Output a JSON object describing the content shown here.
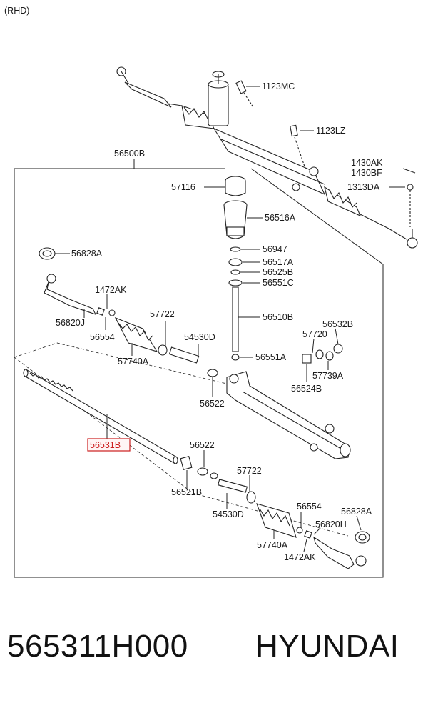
{
  "header": {
    "variant": "(RHD)"
  },
  "labels": {
    "l1123MC": "1123MC",
    "l1123LZ": "1123LZ",
    "l56500B": "56500B",
    "l1430AK": "1430AK",
    "l1430BF": "1430BF",
    "l1313DA": "1313DA",
    "l57116": "57116",
    "l56516A": "56516A",
    "l56828A_l": "56828A",
    "l56947": "56947",
    "l56517A": "56517A",
    "l56525B": "56525B",
    "l56551C": "56551C",
    "l1472AK_l": "1472AK",
    "l56510B": "56510B",
    "l56820J": "56820J",
    "l57722_l": "57722",
    "l56554_l": "56554",
    "l54530D_l": "54530D",
    "l56532B": "56532B",
    "l57720": "57720",
    "l57740A_l": "57740A",
    "l56551A": "56551A",
    "l57739A": "57739A",
    "l56524B": "56524B",
    "l56522_l": "56522",
    "l56531B": "56531B",
    "l56522_r": "56522",
    "l57722_r": "57722",
    "l56521B": "56521B",
    "l54530D_r": "54530D",
    "l56554_r": "56554",
    "l56828A_r": "56828A",
    "l56820H": "56820H",
    "l57740A_r": "57740A",
    "l1472AK_r": "1472AK"
  },
  "highlight_color": "#cc1f1f",
  "footer": {
    "part_number": "565311H000",
    "manufacturer": "HYUNDAI"
  }
}
